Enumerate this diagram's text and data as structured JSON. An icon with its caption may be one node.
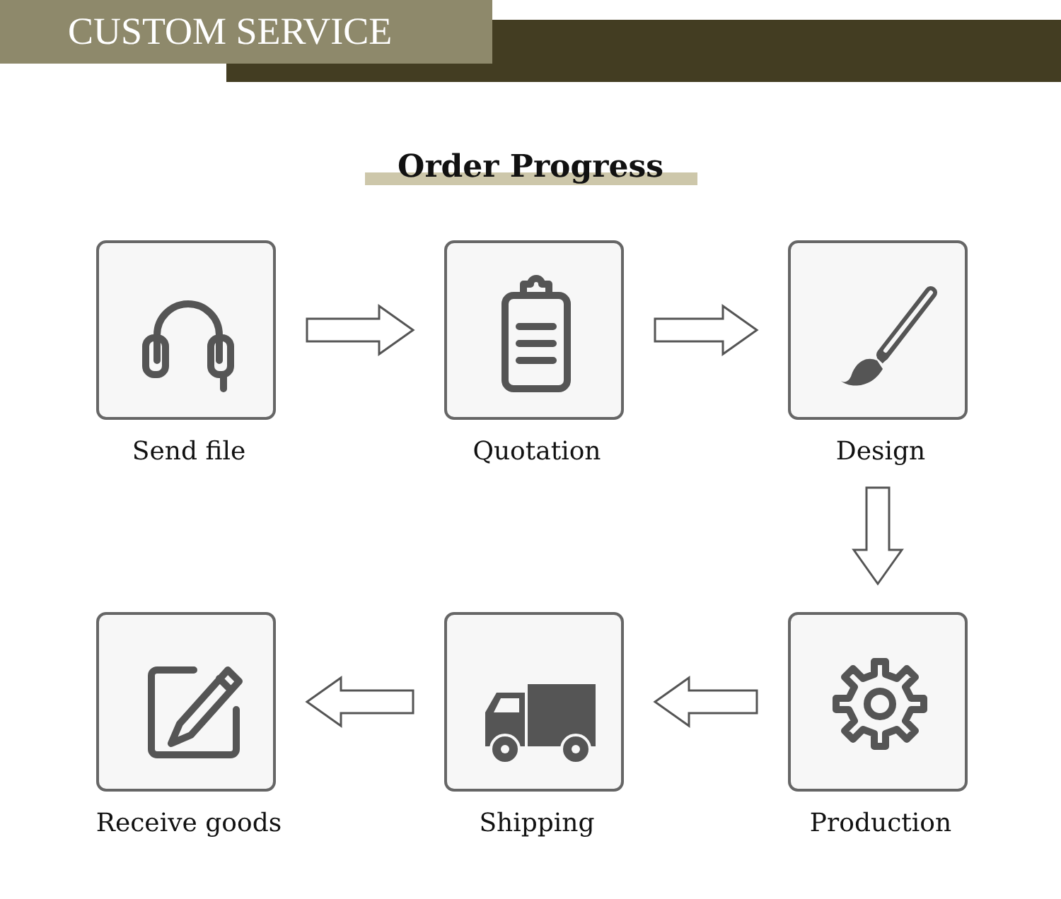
{
  "diagram": {
    "title": "CUSTOM SERVICE",
    "nodes": [
      {
        "text": [
          "Send file"
        ]
      },
      {
        "text": [
          "Quotation"
        ]
      },
      {
        "text": [
          "Design"
        ]
      },
      {
        "text": [
          "Receive goods"
        ]
      },
      {
        "text": [
          "Shipping"
        ]
      },
      {
        "text": [
          "Production"
        ]
      }
    ],
    "edges": [
      {
        "from": 0,
        "to": 1,
        "arrow": "to"
      },
      {
        "from": 1,
        "to": 2,
        "arrow": "to"
      },
      {
        "from": 2,
        "to": 5,
        "arrow": "to"
      },
      {
        "from": 5,
        "to": 4,
        "arrow": "to"
      },
      {
        "from": 4,
        "to": 3,
        "arrow": "to"
      }
    ],
    "labels": [
      "Order Progress"
    ]
  }
}
